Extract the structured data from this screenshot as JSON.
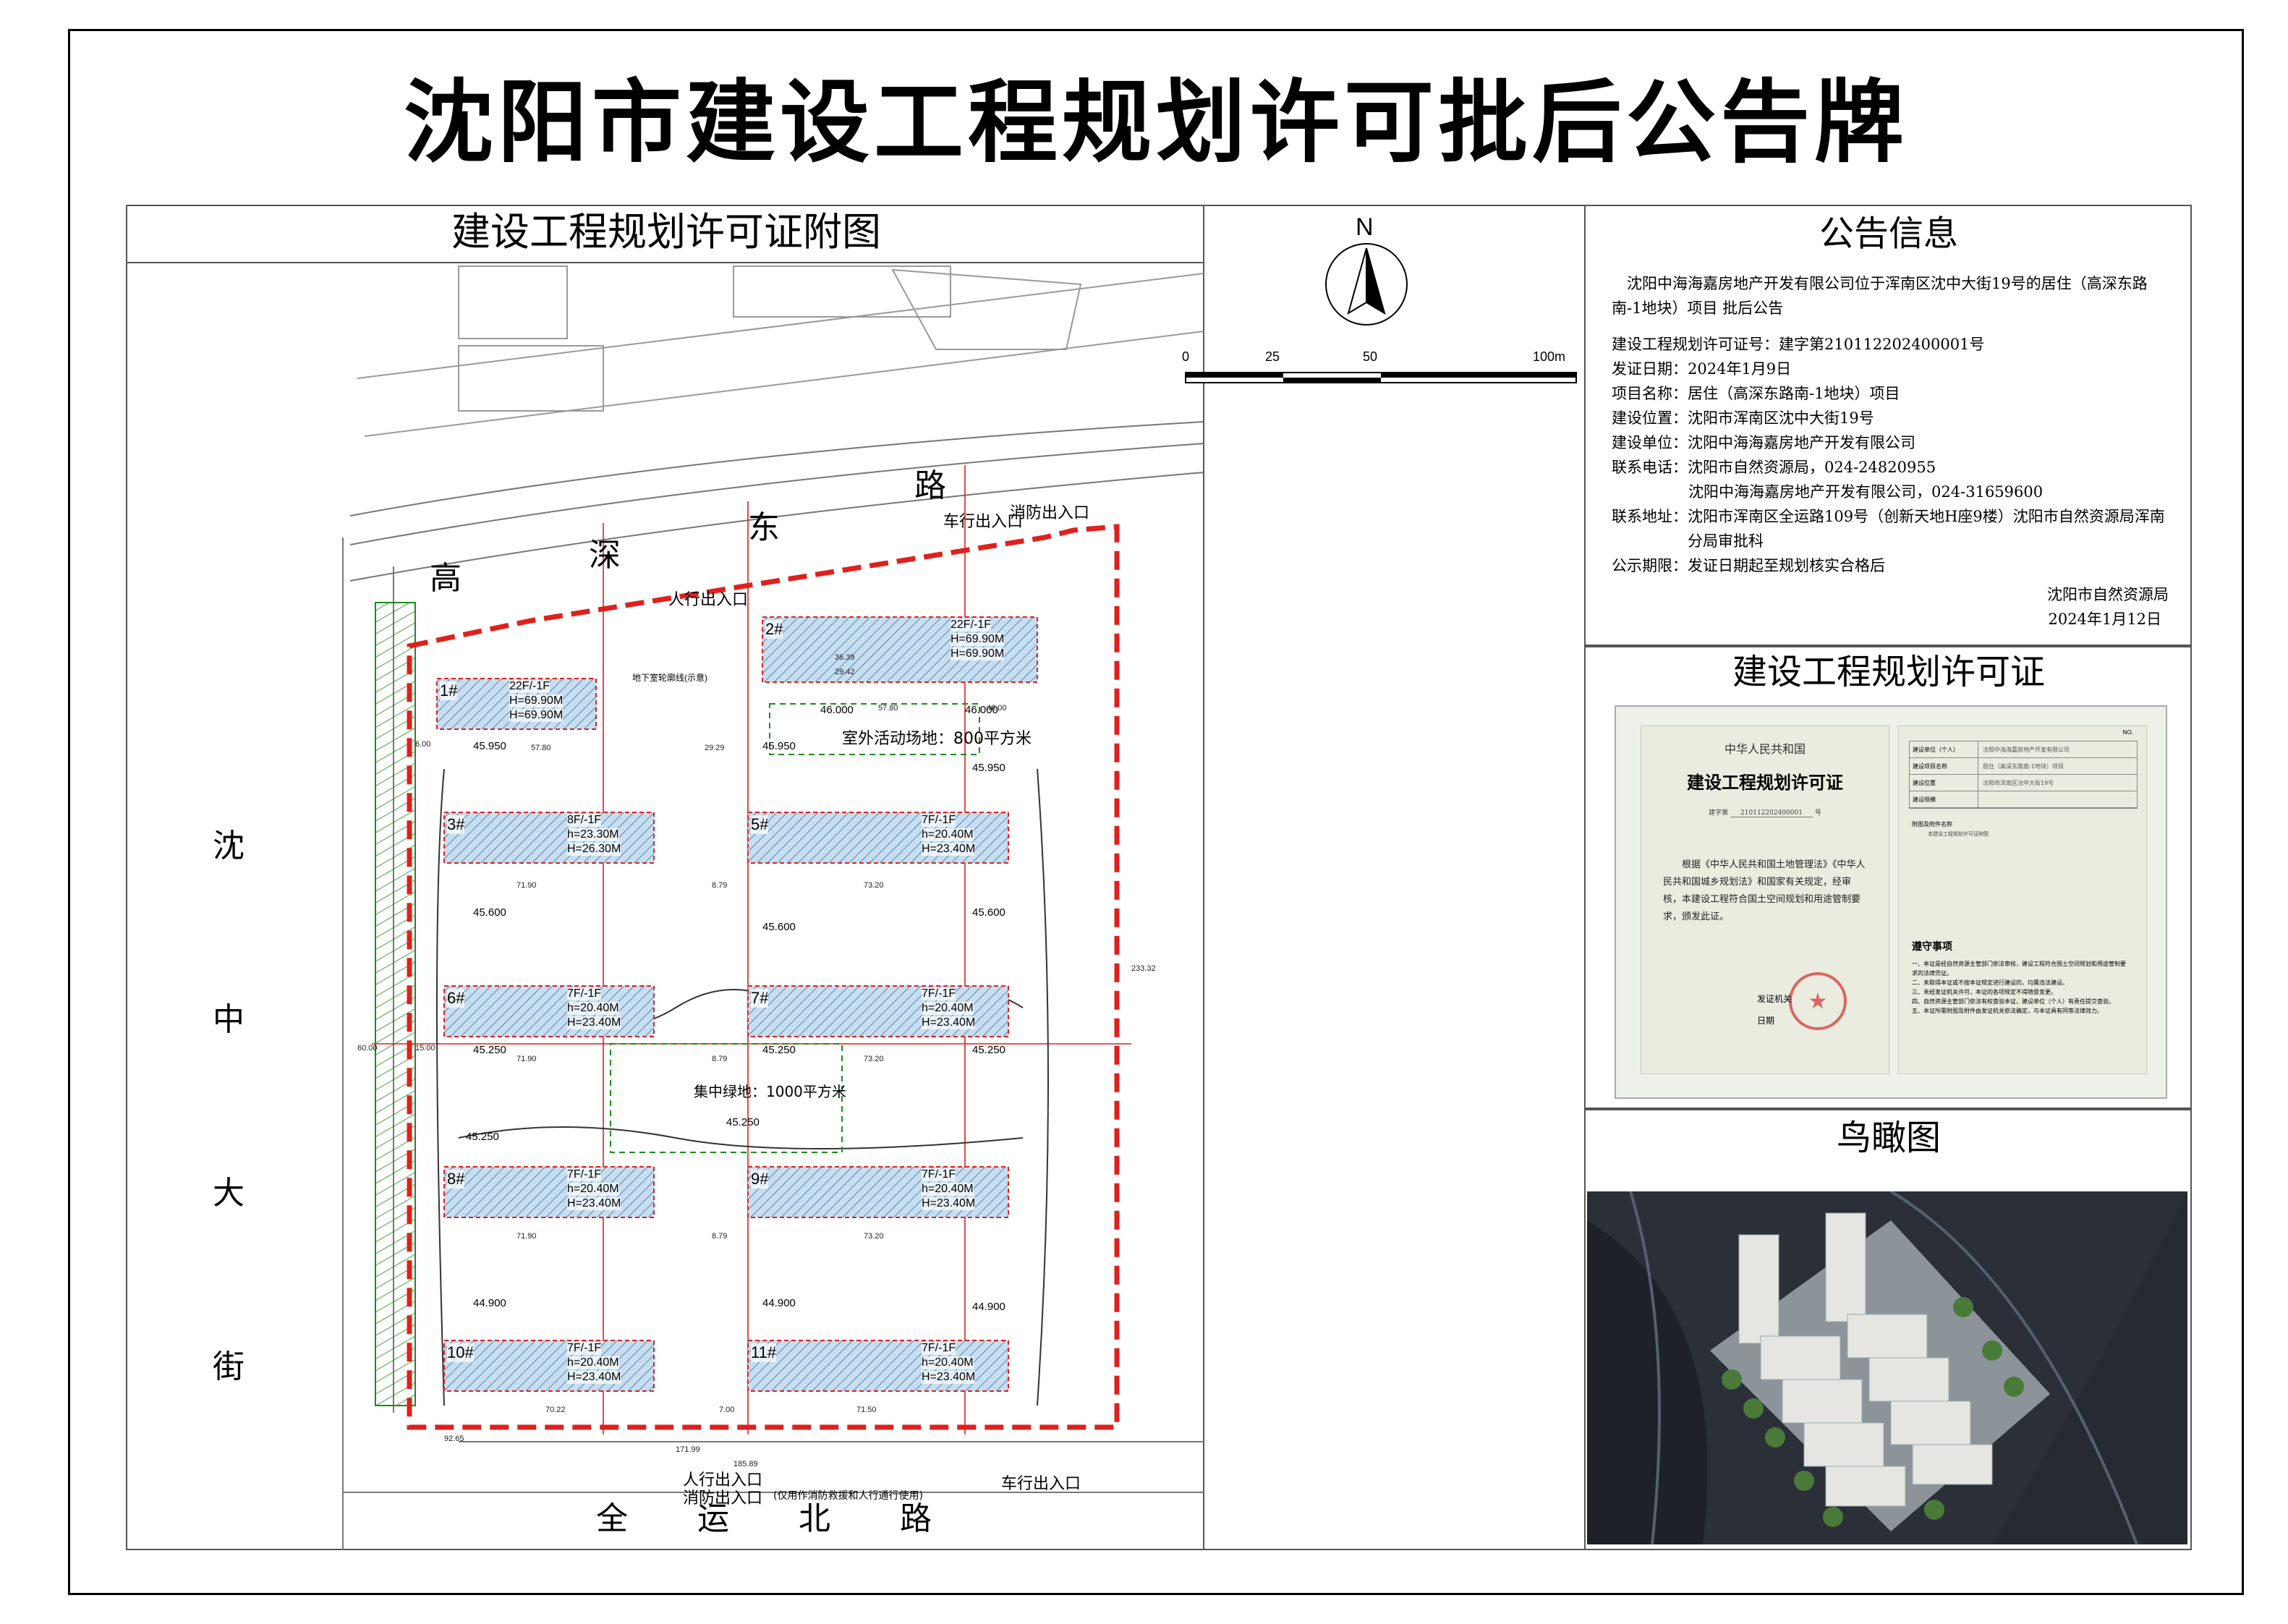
{
  "title": "沈阳市建设工程规划许可批后公告牌",
  "plan": {
    "heading": "建设工程规划许可证附图",
    "north": "N",
    "scale_ticks": [
      "0",
      "25",
      "50",
      "100m"
    ],
    "roads": {
      "north": [
        "高",
        "深",
        "东",
        "路"
      ],
      "west": [
        "沈",
        "中",
        "大",
        "街"
      ],
      "south": [
        "全",
        "运",
        "北",
        "路"
      ]
    },
    "entrances": {
      "pedestrian_north": "人行出入口",
      "vehicle_north": "车行出入口",
      "fire_north": "消防出入口",
      "pedestrian_south": "人行出入口",
      "fire_south": "消防出入口",
      "fire_south_note": "(仅用作消防救援和人行通行使用)",
      "vehicle_south": "车行出入口"
    },
    "areas": {
      "activity": "室外活动场地：800平方米",
      "green": "集中绿地：1000平方米"
    },
    "buildings": [
      {
        "id": "1#",
        "floors": "22F/-1F",
        "h1": "H=69.90M",
        "h2": "H=69.90M"
      },
      {
        "id": "2#",
        "floors": "22F/-1F",
        "h1": "H=69.90M",
        "h2": "H=69.90M"
      },
      {
        "id": "3#",
        "floors": "8F/-1F",
        "h1": "h=23.30M",
        "h2": "H=26.30M"
      },
      {
        "id": "5#",
        "floors": "7F/-1F",
        "h1": "h=20.40M",
        "h2": "H=23.40M"
      },
      {
        "id": "6#",
        "floors": "7F/-1F",
        "h1": "h=20.40M",
        "h2": "H=23.40M"
      },
      {
        "id": "7#",
        "floors": "7F/-1F",
        "h1": "h=20.40M",
        "h2": "H=23.40M"
      },
      {
        "id": "8#",
        "floors": "7F/-1F",
        "h1": "h=20.40M",
        "h2": "H=23.40M"
      },
      {
        "id": "9#",
        "floors": "7F/-1F",
        "h1": "h=20.40M",
        "h2": "H=23.40M"
      },
      {
        "id": "10#",
        "floors": "7F/-1F",
        "h1": "h=20.40M",
        "h2": "H=23.40M"
      },
      {
        "id": "11#",
        "floors": "7F/-1F",
        "h1": "h=20.40M",
        "h2": "H=23.40M"
      }
    ],
    "elevations": [
      "45.950",
      "45.950",
      "45.950",
      "45.600",
      "45.600",
      "45.600",
      "45.250",
      "45.250",
      "45.250",
      "45.250",
      "45.250",
      "44.900",
      "44.900",
      "44.900",
      "46.000",
      "46.000"
    ],
    "dims": [
      "57.80",
      "29.29",
      "57.80",
      "46.00",
      "71.90",
      "8.79",
      "73.20",
      "71.90",
      "8.79",
      "73.20",
      "71.90",
      "8.79",
      "73.20",
      "70.22",
      "7.00",
      "71.50",
      "6.00",
      "15.00",
      "233.32",
      "185.89",
      "171.99",
      "92.65",
      "60.00",
      "36.39",
      "29.42"
    ],
    "basement_label": "地下室轮廓线(示意)",
    "colors": {
      "redline": "#e0201c",
      "green": "#1a8c1a",
      "building_fill": "#b8d8ec",
      "hatch": "#5b86b4"
    }
  },
  "notice": {
    "heading": "公告信息",
    "intro": "沈阳中海海嘉房地产开发有限公司位于浑南区沈中大街19号的居住（高深东路南-1地块）项目 批后公告",
    "rows": [
      {
        "k": "建设工程规划许可证号：",
        "v": "建字第210112202400001号"
      },
      {
        "k": "发证日期：",
        "v": "2024年1月9日"
      },
      {
        "k": "项目名称：",
        "v": "居住（高深东路南-1地块）项目"
      },
      {
        "k": "建设位置：",
        "v": "沈阳市浑南区沈中大街19号"
      },
      {
        "k": "建设单位：",
        "v": "沈阳中海海嘉房地产开发有限公司"
      },
      {
        "k": "联系电话：",
        "v": "沈阳市自然资源局，024-24820955"
      },
      {
        "k": "",
        "v": "沈阳中海海嘉房地产开发有限公司，024-31659600"
      },
      {
        "k": "联系地址：",
        "v": "沈阳市浑南区全运路109号（创新天地H座9楼）沈阳市自然资源局浑南分局审批科"
      },
      {
        "k": "公示期限：",
        "v": "发证日期起至规划核实合格后"
      }
    ],
    "issuer": "沈阳市自然资源局",
    "date": "2024年1月12日"
  },
  "permit": {
    "heading": "建设工程规划许可证",
    "country": "中华人民共和国",
    "doc_title": "建设工程规划许可证",
    "number_label": "建字第",
    "number": "210112202400001",
    "number_suffix": "号",
    "body": "根据《中华人民共和国土地管理法》《中华人民共和国城乡规划法》和国家有关规定，经审核，本建设工程符合国土空间规划和用途管制要求，颁发此证。",
    "issuer_label": "发证机关",
    "date_label": "日期",
    "table_rows": [
      "建设单位（个人）",
      "建设项目名称",
      "建设位置",
      "建设规模"
    ],
    "table_values": [
      "沈阳中海海嘉房地产开发有限公司",
      "居住（高深东路南-1地块）项目",
      "沈阳市浑南区沈中大街19号",
      ""
    ],
    "attachment_label": "附图及附件名称",
    "attachment_text": "本建设工程规划许可证附图",
    "notes_title": "遵守事项",
    "notes": [
      "一、本证是经自然资源主管部门依法审核，建设工程符合国土空间规划和用途管制要求的法律凭证。",
      "二、未取得本证或不按本证规定进行建设的，均属违法建设。",
      "三、未经发证机关许可，本证的各项规定不得随意变更。",
      "四、自然资源主管部门依法有权查验本证，建设单位（个人）有责任提交查验。",
      "五、本证所需附图及附件由发证机关依法确定，与本证具有同等法律效力。"
    ],
    "no_label": "NO."
  },
  "aerial": {
    "heading": "鸟瞰图"
  }
}
